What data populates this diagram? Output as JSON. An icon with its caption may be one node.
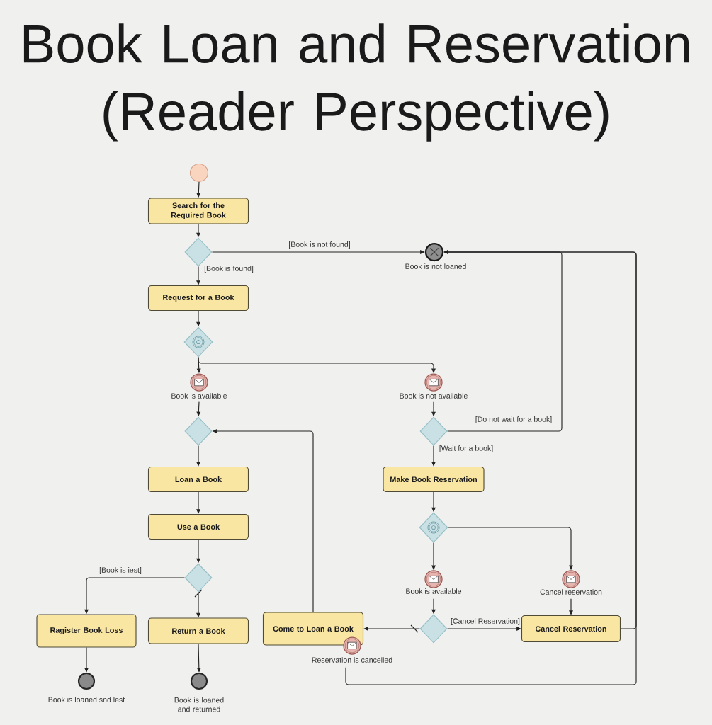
{
  "diagram": {
    "title": "Book Loan and Reservation (Reader Perspective)",
    "nodes": [
      {
        "text": [],
        "shape": "circle"
      },
      {
        "text": [
          "Search for the Required Book"
        ]
      },
      {
        "text": [],
        "shape": "diamond"
      },
      {
        "text": [],
        "shape": "circle",
        "beside": [
          "Book is not loaned"
        ]
      },
      {
        "text": [
          "Request for a Book"
        ]
      },
      {
        "text": [],
        "shape": "diamond"
      },
      {
        "text": [],
        "shape": "circle",
        "beside": [
          "Book is available"
        ]
      },
      {
        "text": [],
        "shape": "circle",
        "beside": [
          "Book is not available"
        ]
      },
      {
        "text": [],
        "shape": "diamond"
      },
      {
        "text": [],
        "shape": "diamond"
      },
      {
        "text": [
          "Loan a Book"
        ]
      },
      {
        "text": [
          "Make Book Reservation"
        ]
      },
      {
        "text": [
          "Use a Book"
        ]
      },
      {
        "text": [],
        "shape": "diamond"
      },
      {
        "text": [],
        "shape": "diamond"
      },
      {
        "text": [],
        "shape": "circle",
        "beside": [
          "Book is available"
        ]
      },
      {
        "text": [],
        "shape": "circle",
        "beside": [
          "Cancel reservation"
        ]
      },
      {
        "text": [
          "Ragister Book Loss"
        ]
      },
      {
        "text": [
          "Return a Book"
        ]
      },
      {
        "text": [
          "Come to Loan a Book"
        ]
      },
      {
        "text": [],
        "shape": "circle",
        "beside": [
          "Reservation is cancelled"
        ]
      },
      {
        "text": [],
        "shape": "diamond"
      },
      {
        "text": [
          "Cancel Reservation"
        ]
      },
      {
        "text": [],
        "shape": "circle",
        "beside": [
          "Book is loaned snd lest"
        ]
      },
      {
        "text": [],
        "shape": "circle",
        "beside": [
          "Book is loaned and returned"
        ]
      }
    ],
    "edges": [
      {
        "from": 0,
        "to": 1,
        "arrow": "to"
      },
      {
        "from": 1,
        "to": 2,
        "arrow": "to"
      },
      {
        "from": 2,
        "to": 3,
        "arrow": "to",
        "label": "[Book is not found]"
      },
      {
        "from": 2,
        "to": 4,
        "arrow": "to",
        "label": "[Book is found]"
      },
      {
        "from": 4,
        "to": 5,
        "arrow": "to"
      },
      {
        "from": 5,
        "to": 6,
        "arrow": "to"
      },
      {
        "from": 5,
        "to": 7,
        "arrow": "to"
      },
      {
        "from": 6,
        "to": 8,
        "arrow": "to"
      },
      {
        "from": 7,
        "to": 9,
        "arrow": "to"
      },
      {
        "from": 9,
        "to": 3,
        "arrow": "to",
        "label": "[Do not wait for a book]"
      },
      {
        "from": 9,
        "to": 11,
        "arrow": "to",
        "label": "[Wait for a book]"
      },
      {
        "from": 8,
        "to": 10,
        "arrow": "to"
      },
      {
        "from": 10,
        "to": 12,
        "arrow": "to"
      },
      {
        "from": 12,
        "to": 14,
        "arrow": "to"
      },
      {
        "from": 14,
        "to": 17,
        "arrow": "to",
        "label": "[Book is iest]"
      },
      {
        "from": 14,
        "to": 18,
        "arrow": "to"
      },
      {
        "from": 11,
        "to": 13,
        "arrow": "to"
      },
      {
        "from": 13,
        "to": 15,
        "arrow": "to"
      },
      {
        "from": 13,
        "to": 16,
        "arrow": "to"
      },
      {
        "from": 15,
        "to": 21,
        "arrow": "to"
      },
      {
        "from": 16,
        "to": 22,
        "arrow": "to"
      },
      {
        "from": 21,
        "to": 22,
        "arrow": "to",
        "label": "[Cancel Reservation]"
      },
      {
        "from": 21,
        "to": 19,
        "arrow": "to"
      },
      {
        "from": 19,
        "to": 8,
        "arrow": "to"
      },
      {
        "from": 17,
        "to": 23,
        "arrow": "to"
      },
      {
        "from": 18,
        "to": 24,
        "arrow": "to"
      },
      {
        "from": 20,
        "to": 3,
        "arrow": "to"
      },
      {
        "from": 22,
        "to": 3,
        "arrow": "to"
      }
    ]
  }
}
